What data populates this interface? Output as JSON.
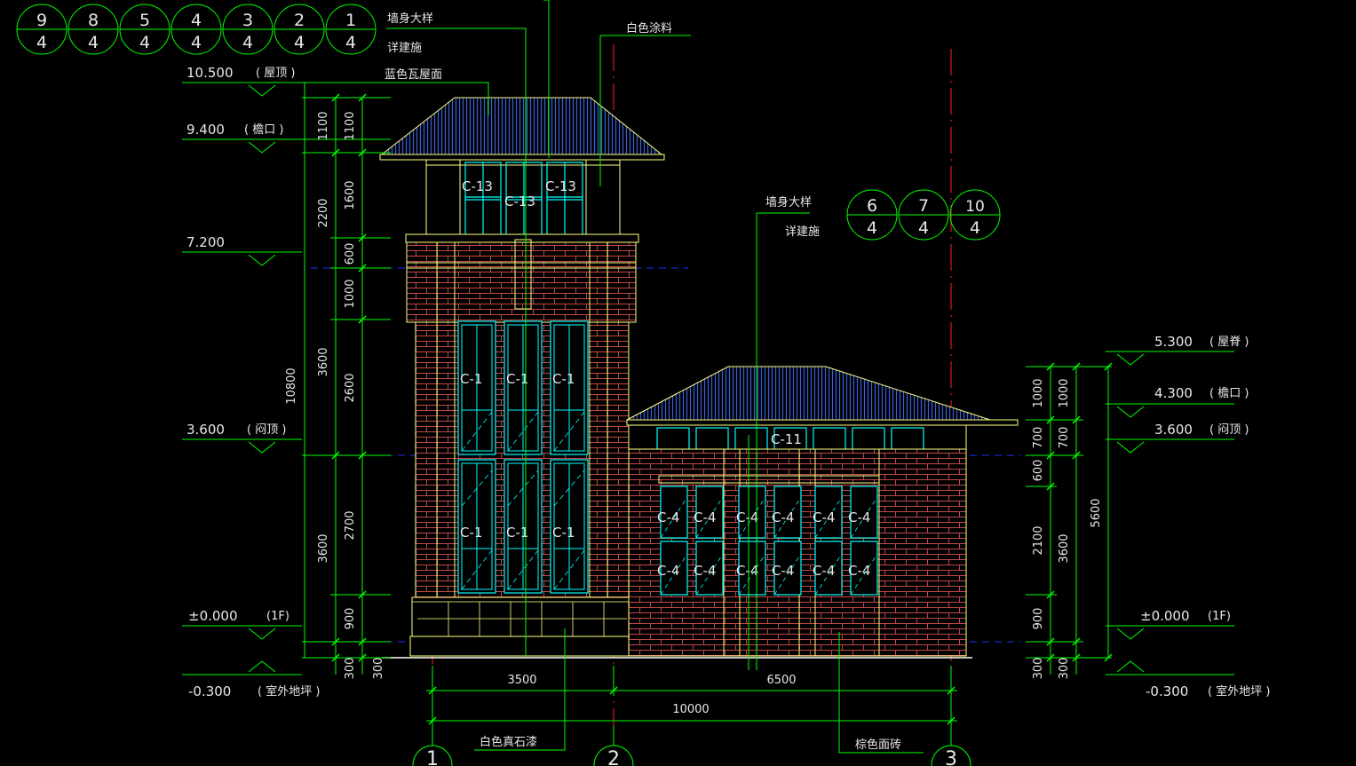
{
  "detail_bubbles_top": [
    {
      "num": "9",
      "sheet": "4"
    },
    {
      "num": "8",
      "sheet": "4"
    },
    {
      "num": "5",
      "sheet": "4"
    },
    {
      "num": "4",
      "sheet": "4"
    },
    {
      "num": "3",
      "sheet": "4"
    },
    {
      "num": "2",
      "sheet": "4"
    },
    {
      "num": "1",
      "sheet": "4"
    }
  ],
  "detail_bubbles_mid": [
    {
      "num": "6",
      "sheet": "4"
    },
    {
      "num": "7",
      "sheet": "4"
    },
    {
      "num": "10",
      "sheet": "4"
    }
  ],
  "notes": {
    "wall_detail_1": "墙身大样",
    "see_arch_1": "详建施",
    "blue_tile_roof": "蓝色瓦屋面",
    "white_paint": "白色涂料",
    "wall_detail_2": "墙身大样",
    "see_arch_2": "详建施",
    "white_stone_paint": "白色真石漆",
    "brown_tile": "棕色面砖"
  },
  "left_levels": [
    {
      "value": "10.500",
      "name": "( 屋顶  )"
    },
    {
      "value": "9.400",
      "name": "( 檐口  )"
    },
    {
      "value": "7.200",
      "name": ""
    },
    {
      "value": "3.600",
      "name": "( 闷顶  )"
    },
    {
      "value": "±0.000",
      "name": "(1F)"
    },
    {
      "value": "-0.300",
      "name": "( 室外地坪     )"
    }
  ],
  "right_levels": [
    {
      "value": "5.300",
      "name": "( 屋脊  )"
    },
    {
      "value": "4.300",
      "name": "( 檐口  )"
    },
    {
      "value": "3.600",
      "name": "( 闷顶  )"
    },
    {
      "value": "±0.000",
      "name": "(1F)"
    },
    {
      "value": "-0.300",
      "name": "( 室外地坪     )"
    }
  ],
  "left_dims": {
    "total": "10800",
    "outer": [
      "1100",
      "2200",
      "3600",
      "3600",
      "300"
    ],
    "inner": [
      "1100",
      "1600",
      "600",
      "1000",
      "2600",
      "2700",
      "900",
      "300"
    ]
  },
  "right_dims": {
    "total": "5600",
    "outer": [
      "1000",
      "700",
      "3600",
      "300"
    ],
    "inner": [
      "1000",
      "700",
      "600",
      "2100",
      "900",
      "300"
    ]
  },
  "bottom_dims": {
    "span_1": "3500",
    "span_2": "6500",
    "overall": "10000"
  },
  "axes": [
    "1",
    "2",
    "3"
  ],
  "window_tags": {
    "tower_top": [
      "C-13",
      "C-13",
      "C-13"
    ],
    "tower_upper": [
      "C-1",
      "C-1",
      "C-1"
    ],
    "tower_lower": [
      "C-1",
      "C-1",
      "C-1"
    ],
    "annex_clerestory": "C-11",
    "annex_row1": [
      "C-4",
      "C-4",
      "C-4",
      "C-4",
      "C-4",
      "C-4"
    ],
    "annex_row2": [
      "C-4",
      "C-4",
      "C-4",
      "C-4",
      "C-4",
      "C-4"
    ]
  },
  "colors": {
    "background": "#000000",
    "dimension_green": "#00ff00",
    "outline_yellow": "#ffff80",
    "brick_red": "#c04848",
    "window_cyan": "#00ffff",
    "roof_blue": "#3050c0",
    "axis_red": "#ff2020",
    "level_blue": "#0000ff"
  }
}
